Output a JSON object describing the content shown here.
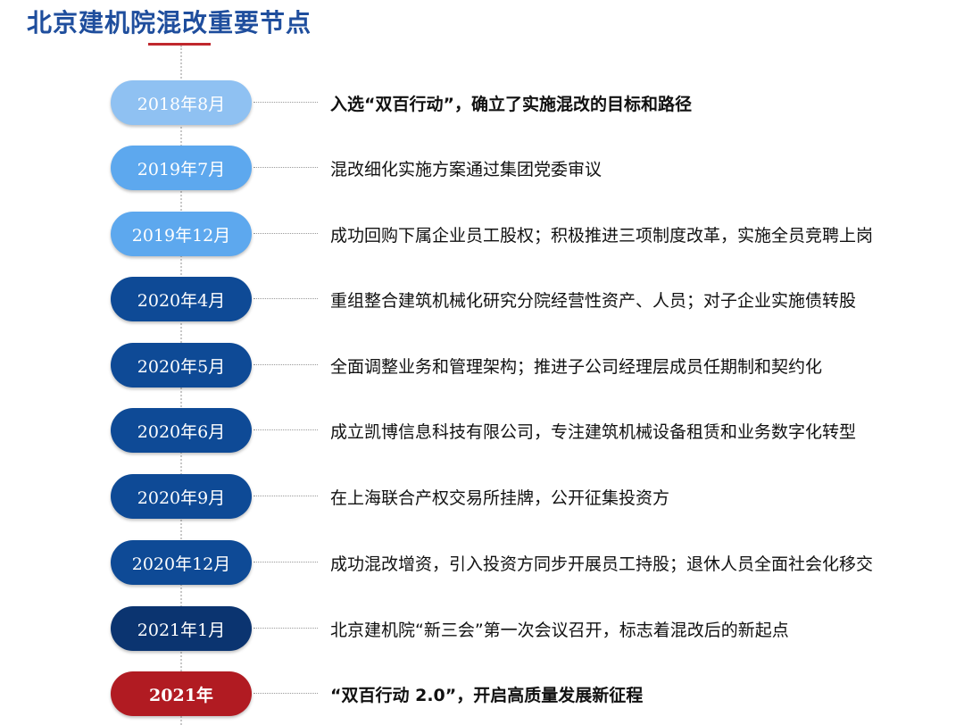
{
  "title": "北京建机院混改重要节点",
  "colors": {
    "title": "#1f4e9d",
    "accent_red": "#c0272d"
  },
  "milestones": [
    {
      "date": "2018年8月",
      "text": "入选“双百行动”，确立了实施混改的目标和路径",
      "color": "#8fc1f2",
      "emphasis": true
    },
    {
      "date": "2019年7月",
      "text": "混改细化实施方案通过集团党委审议",
      "color": "#5da8ee",
      "emphasis": false
    },
    {
      "date": "2019年12月",
      "text": "成功回购下属企业员工股权；积极推进三项制度改革，实施全员竞聘上岗",
      "color": "#5da8ee",
      "emphasis": false
    },
    {
      "date": "2020年4月",
      "text": "重组整合建筑机械化研究分院经营性资产、人员；对子企业实施债转股",
      "color": "#0e4a96",
      "emphasis": false
    },
    {
      "date": "2020年5月",
      "text": "全面调整业务和管理架构；推进子公司经理层成员任期制和契约化",
      "color": "#0e4a96",
      "emphasis": false
    },
    {
      "date": "2020年6月",
      "text": "成立凯博信息科技有限公司，专注建筑机械设备租赁和业务数字化转型",
      "color": "#0e4a96",
      "emphasis": false
    },
    {
      "date": "2020年9月",
      "text": "在上海联合产权交易所挂牌，公开征集投资方",
      "color": "#0e4a96",
      "emphasis": false
    },
    {
      "date": "2020年12月",
      "text": "成功混改增资，引入投资方同步开展员工持股；退休人员全面社会化移交",
      "color": "#0e4a96",
      "emphasis": false
    },
    {
      "date": "2021年1月",
      "text": "北京建机院“新三会”第一次会议召开，标志着混改后的新起点",
      "color": "#0b3470",
      "emphasis": false
    },
    {
      "date": "2021年",
      "text": "“双百行动 2.0”，开启高质量发展新征程",
      "color": "#b11b22",
      "emphasis": true
    }
  ]
}
